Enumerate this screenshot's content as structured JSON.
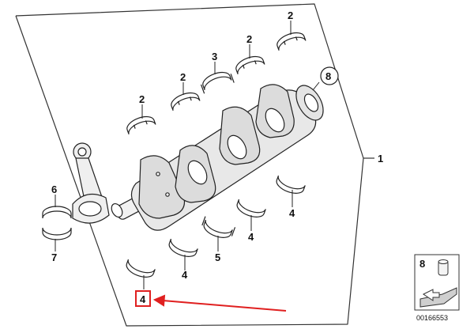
{
  "diagram": {
    "callouts": {
      "assembly": "1",
      "bearing_upper": "2",
      "thrust_upper": "3",
      "bearing_lower": "4",
      "thrust_lower": "5",
      "conrod_upper": "6",
      "conrod_lower": "7",
      "related_part": "8"
    },
    "highlighted_callout": "4",
    "legend": {
      "number": "8",
      "ref_code": "00166553"
    },
    "highlight_color": "#e02020",
    "line_color": "#222222"
  }
}
